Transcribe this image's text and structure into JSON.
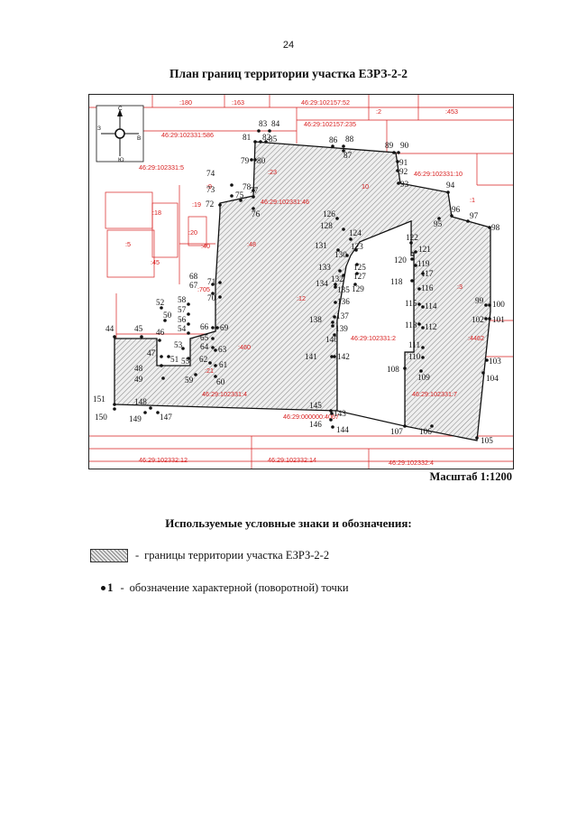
{
  "page_number": "24",
  "title": "План границ территории участка ЕЗРЗ-2-2",
  "scale": "Масштаб 1:1200",
  "legend": {
    "heading": "Используемые условные знаки и обозначения:",
    "items": [
      {
        "symbol": "hatched-area",
        "text": "границы территории участка ЕЗРЗ-2-2"
      },
      {
        "symbol": "point",
        "symbol_label": "1",
        "text": "обозначение характерной (поворотной) точки"
      }
    ]
  },
  "compass": [
    "С",
    "В",
    "Ю",
    "З"
  ],
  "colors": {
    "boundary": "#d81e1e",
    "hatch": "#8a8a8a",
    "text": "#111111"
  },
  "cadastral_labels": [
    ":180",
    ":163",
    "46:29:102157:52",
    ":2",
    ":453",
    "46:29:102331:586",
    "46:29:102157:235",
    "46:29:102331:5",
    "46:29:102331:10",
    ":23",
    "10",
    ":9",
    ":19",
    "46:29:102331:46",
    ":18",
    ":20",
    ":40",
    ":48",
    ":5",
    ":45",
    ":1",
    ":12",
    ":3",
    ":705",
    ":460",
    ":21",
    "46:29:102331:2",
    "46:29:102331:4",
    "46:29:102331:7",
    ":4462",
    "46:29:000000:4067",
    "46:29:102332:12",
    "46:29:102332:14",
    "46:29:102332:4"
  ],
  "points": [
    "44",
    "45",
    "46",
    "47",
    "48",
    "49",
    "50",
    "51",
    "52",
    "53",
    "54",
    "55",
    "56",
    "57",
    "58",
    "59",
    "60",
    "61",
    "62",
    "63",
    "64",
    "65",
    "66",
    "67",
    "68",
    "69",
    "70",
    "71",
    "72",
    "73",
    "74",
    "75",
    "76",
    "77",
    "78",
    "79",
    "80",
    "81",
    "82",
    "83",
    "84",
    "85",
    "86",
    "87",
    "88",
    "89",
    "90",
    "91",
    "92",
    "93",
    "94",
    "95",
    "96",
    "97",
    "98",
    "99",
    "100",
    "101",
    "102",
    "103",
    "104",
    "105",
    "106",
    "107",
    "108",
    "109",
    "110",
    "111",
    "112",
    "113",
    "114",
    "115",
    "116",
    "117",
    "118",
    "119",
    "120",
    "121",
    "122",
    "123",
    "124",
    "125",
    "126",
    "127",
    "128",
    "129",
    "130",
    "131",
    "132",
    "133",
    "134",
    "135",
    "136",
    "137",
    "138",
    "139",
    "140",
    "141",
    "142",
    "143",
    "144",
    "145",
    "146",
    "147",
    "148",
    "149",
    "150",
    "151"
  ]
}
